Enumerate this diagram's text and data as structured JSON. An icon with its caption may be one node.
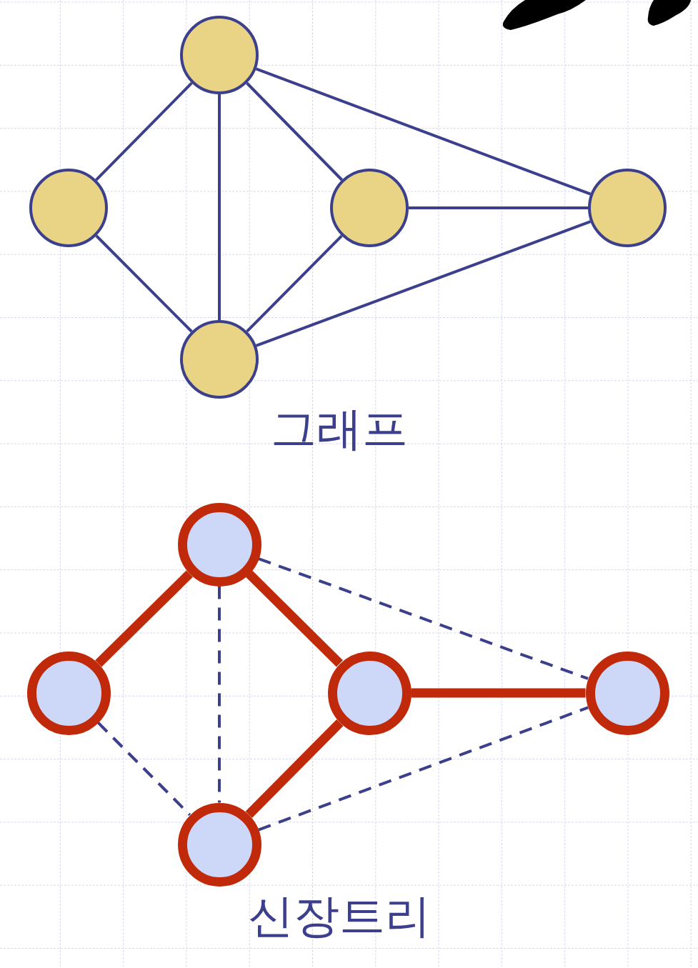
{
  "diagram": {
    "nodes": [
      {
        "text": [],
        "shape": "circle"
      },
      {
        "text": [],
        "shape": "circle"
      },
      {
        "text": [],
        "shape": "circle"
      },
      {
        "text": [],
        "shape": "circle"
      },
      {
        "text": [],
        "shape": "circle"
      },
      {
        "text": [],
        "shape": "circle"
      },
      {
        "text": [],
        "shape": "circle"
      },
      {
        "text": [],
        "shape": "circle"
      },
      {
        "text": [],
        "shape": "circle"
      },
      {
        "text": [],
        "shape": "circle"
      }
    ],
    "edges": [
      {
        "from": 0,
        "to": 1,
        "arrow": "none"
      },
      {
        "from": 0,
        "to": 4,
        "arrow": "none"
      },
      {
        "from": 0,
        "to": 2,
        "arrow": "none"
      },
      {
        "from": 0,
        "to": 3,
        "arrow": "none"
      },
      {
        "from": 1,
        "to": 4,
        "arrow": "none"
      },
      {
        "from": 2,
        "to": 4,
        "arrow": "none"
      },
      {
        "from": 2,
        "to": 3,
        "arrow": "none"
      },
      {
        "from": 4,
        "to": 3,
        "arrow": "none"
      },
      {
        "from": 5,
        "to": 6,
        "arrow": "none",
        "style": "thick",
        "color": "#c02a0a"
      },
      {
        "from": 5,
        "to": 9,
        "arrow": "none",
        "style": "dashed"
      },
      {
        "from": 5,
        "to": 7,
        "arrow": "none",
        "style": "thick",
        "color": "#c02a0a"
      },
      {
        "from": 5,
        "to": 8,
        "arrow": "none",
        "style": "dashed"
      },
      {
        "from": 6,
        "to": 9,
        "arrow": "none",
        "style": "dashed"
      },
      {
        "from": 7,
        "to": 9,
        "arrow": "none",
        "style": "thick",
        "color": "#c02a0a"
      },
      {
        "from": 7,
        "to": 8,
        "arrow": "none",
        "style": "thick",
        "color": "#c02a0a"
      },
      {
        "from": 9,
        "to": 8,
        "arrow": "none",
        "style": "dashed"
      }
    ],
    "labels": [
      "그래프",
      "신장트리"
    ]
  }
}
